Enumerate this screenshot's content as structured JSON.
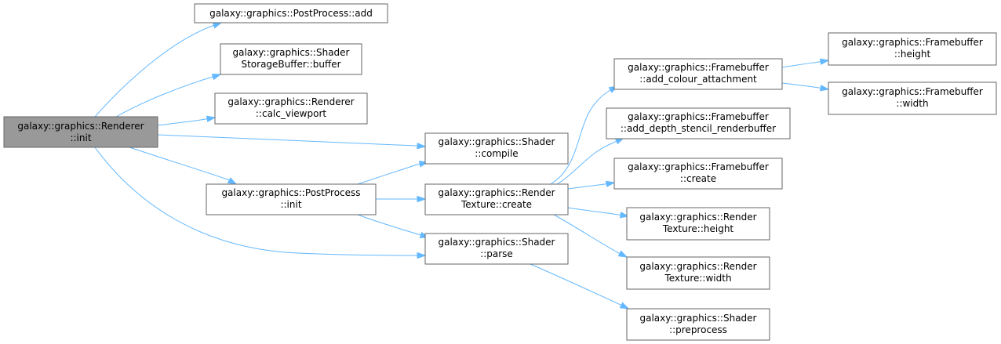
{
  "colors": {
    "edge": "#63b8ff",
    "root_fill": "#999999",
    "node_fill": "#ffffff",
    "node_border": "#666666",
    "text": "#000000"
  },
  "nodes": {
    "renderer_init": {
      "lines": [
        "galaxy::graphics::Renderer",
        "::init"
      ],
      "root": true
    },
    "postprocess_add": {
      "lines": [
        "galaxy::graphics::PostProcess::add"
      ]
    },
    "ssbo_buffer": {
      "lines": [
        "galaxy::graphics::Shader",
        "StorageBuffer::buffer"
      ]
    },
    "renderer_calc_viewport": {
      "lines": [
        "galaxy::graphics::Renderer",
        "::calc_viewport"
      ]
    },
    "postprocess_init": {
      "lines": [
        "galaxy::graphics::PostProcess",
        "::init"
      ]
    },
    "shader_compile": {
      "lines": [
        "galaxy::graphics::Shader",
        "::compile"
      ]
    },
    "rendertexture_create": {
      "lines": [
        "galaxy::graphics::Render",
        "Texture::create"
      ]
    },
    "shader_parse": {
      "lines": [
        "galaxy::graphics::Shader",
        "::parse"
      ]
    },
    "fb_add_colour": {
      "lines": [
        "galaxy::graphics::Framebuffer",
        "::add_colour_attachment"
      ]
    },
    "fb_add_depth": {
      "lines": [
        "galaxy::graphics::Framebuffer",
        "::add_depth_stencil_renderbuffer"
      ]
    },
    "fb_create": {
      "lines": [
        "galaxy::graphics::Framebuffer",
        "::create"
      ]
    },
    "rt_height": {
      "lines": [
        "galaxy::graphics::Render",
        "Texture::height"
      ]
    },
    "rt_width": {
      "lines": [
        "galaxy::graphics::Render",
        "Texture::width"
      ]
    },
    "shader_preprocess": {
      "lines": [
        "galaxy::graphics::Shader",
        "::preprocess"
      ]
    },
    "fb_height": {
      "lines": [
        "galaxy::graphics::Framebuffer",
        "::height"
      ]
    },
    "fb_width": {
      "lines": [
        "galaxy::graphics::Framebuffer",
        "::width"
      ]
    }
  },
  "edges": [
    [
      "renderer_init",
      "postprocess_add"
    ],
    [
      "renderer_init",
      "ssbo_buffer"
    ],
    [
      "renderer_init",
      "renderer_calc_viewport"
    ],
    [
      "renderer_init",
      "shader_compile"
    ],
    [
      "renderer_init",
      "postprocess_init"
    ],
    [
      "renderer_init",
      "shader_parse"
    ],
    [
      "postprocess_init",
      "shader_compile"
    ],
    [
      "postprocess_init",
      "rendertexture_create"
    ],
    [
      "postprocess_init",
      "shader_parse"
    ],
    [
      "rendertexture_create",
      "fb_add_colour"
    ],
    [
      "rendertexture_create",
      "fb_add_depth"
    ],
    [
      "rendertexture_create",
      "fb_create"
    ],
    [
      "rendertexture_create",
      "rt_height"
    ],
    [
      "rendertexture_create",
      "rt_width"
    ],
    [
      "shader_parse",
      "shader_preprocess"
    ],
    [
      "fb_add_colour",
      "fb_height"
    ],
    [
      "fb_add_colour",
      "fb_width"
    ]
  ]
}
